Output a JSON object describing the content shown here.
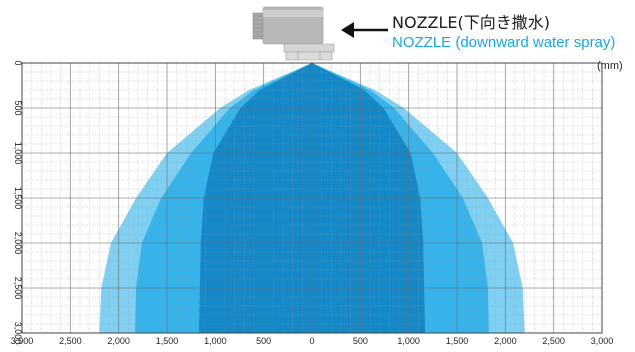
{
  "labels": {
    "nozzle_main": "NOZZLE(下向き撒水)",
    "nozzle_sub": "NOZZLE (downward water spray)",
    "unit": "(mm)"
  },
  "chart_data": {
    "type": "area",
    "x_ticks": [
      "3,000",
      "2,500",
      "2,000",
      "1,500",
      "1,000",
      "500",
      "0",
      "500",
      "1,000",
      "1,500",
      "2,000",
      "2,500",
      "3,000"
    ],
    "y_ticks": [
      "0",
      "500",
      "1,000",
      "1,500",
      "2,000",
      "2,500",
      "3,000"
    ],
    "xlim": [
      -3000,
      3000
    ],
    "ylim": [
      0,
      3000
    ],
    "grid": true,
    "series": [
      {
        "color": "#7fd0f2",
        "profile": [
          [
            0,
            0
          ],
          [
            300,
            650
          ],
          [
            500,
            950
          ],
          [
            1000,
            1500
          ],
          [
            1500,
            1820
          ],
          [
            2000,
            2080
          ],
          [
            2500,
            2180
          ],
          [
            3000,
            2200
          ]
        ]
      },
      {
        "color": "#36b3ea",
        "profile": [
          [
            0,
            0
          ],
          [
            300,
            600
          ],
          [
            500,
            850
          ],
          [
            1000,
            1250
          ],
          [
            1500,
            1560
          ],
          [
            2000,
            1760
          ],
          [
            2500,
            1820
          ],
          [
            3000,
            1830
          ]
        ]
      },
      {
        "color": "#1588c8",
        "profile": [
          [
            0,
            0
          ],
          [
            300,
            540
          ],
          [
            500,
            740
          ],
          [
            1000,
            1020
          ],
          [
            1500,
            1120
          ],
          [
            2000,
            1150
          ],
          [
            2500,
            1160
          ],
          [
            3000,
            1170
          ]
        ]
      }
    ]
  },
  "colors": {
    "grid_major": "#6b6b6b",
    "grid_minor": "#9a9a9a",
    "nozzle_body": "#b8b8b8"
  }
}
